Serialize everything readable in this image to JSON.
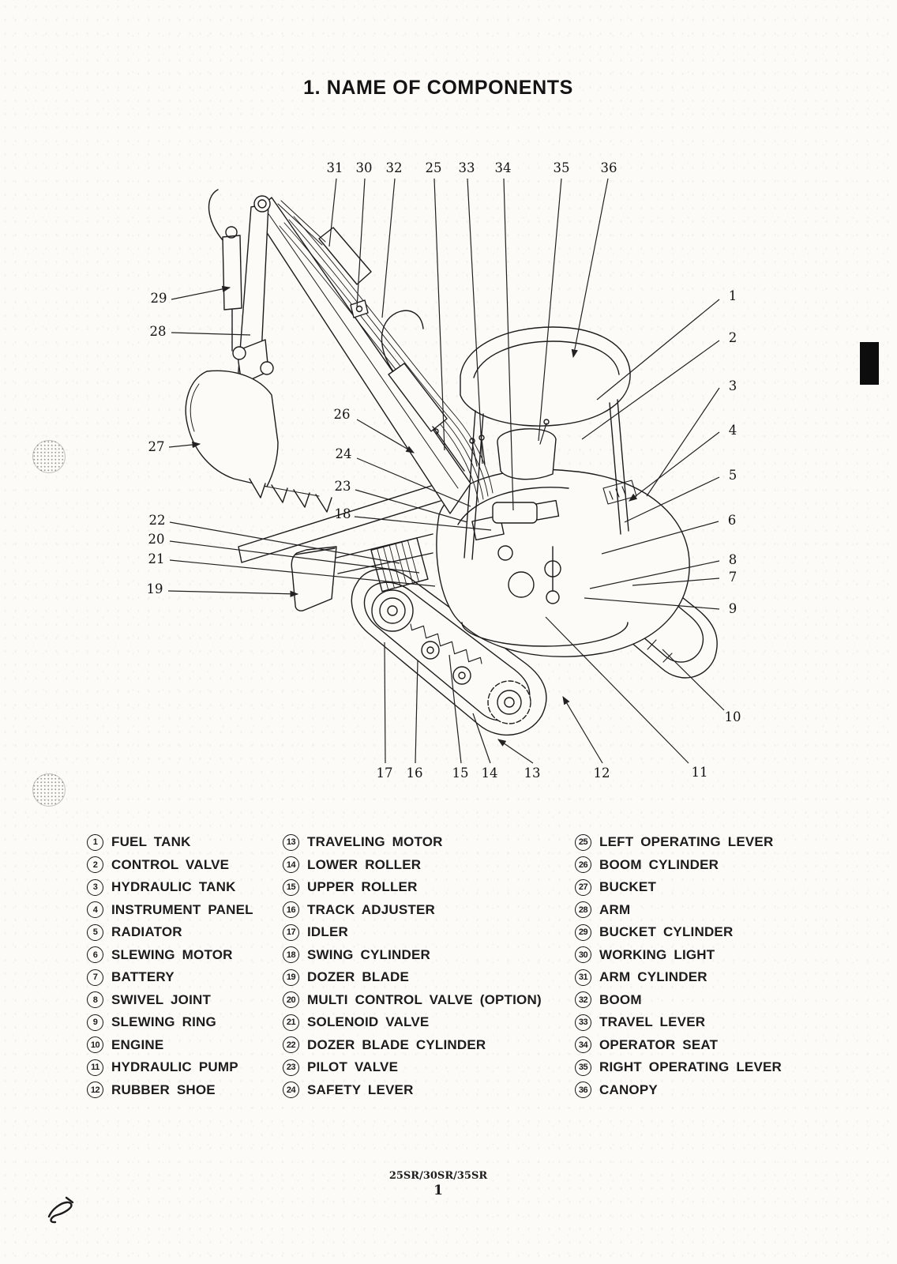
{
  "page": {
    "title": "1. NAME OF COMPONENTS",
    "footer": {
      "model": "25SR/30SR/35SR",
      "page_number": "1"
    }
  },
  "colors": {
    "ink": "#1c1c1c",
    "paper": "#fcfbf8",
    "tab_marker": "#0d0d0d"
  },
  "diagram": {
    "description": "isometric line drawing of a compact excavator with numbered callouts",
    "callouts": [
      "1",
      "2",
      "3",
      "4",
      "5",
      "6",
      "7",
      "8",
      "9",
      "10",
      "11",
      "12",
      "13",
      "14",
      "15",
      "16",
      "17",
      "18",
      "19",
      "20",
      "21",
      "22",
      "23",
      "24",
      "25",
      "26",
      "27",
      "28",
      "29",
      "30",
      "31",
      "32",
      "33",
      "34",
      "35",
      "36"
    ]
  },
  "component_list": {
    "columns": [
      {
        "items": [
          {
            "num": "1",
            "label": "FUEL TANK"
          },
          {
            "num": "2",
            "label": "CONTROL VALVE"
          },
          {
            "num": "3",
            "label": "HYDRAULIC TANK"
          },
          {
            "num": "4",
            "label": "INSTRUMENT PANEL"
          },
          {
            "num": "5",
            "label": "RADIATOR"
          },
          {
            "num": "6",
            "label": "SLEWING MOTOR"
          },
          {
            "num": "7",
            "label": "BATTERY"
          },
          {
            "num": "8",
            "label": "SWIVEL JOINT"
          },
          {
            "num": "9",
            "label": "SLEWING RING"
          },
          {
            "num": "10",
            "label": "ENGINE"
          },
          {
            "num": "11",
            "label": "HYDRAULIC PUMP"
          },
          {
            "num": "12",
            "label": "RUBBER SHOE"
          }
        ]
      },
      {
        "items": [
          {
            "num": "13",
            "label": "TRAVELING MOTOR"
          },
          {
            "num": "14",
            "label": "LOWER ROLLER"
          },
          {
            "num": "15",
            "label": "UPPER ROLLER"
          },
          {
            "num": "16",
            "label": "TRACK ADJUSTER"
          },
          {
            "num": "17",
            "label": "IDLER"
          },
          {
            "num": "18",
            "label": "SWING CYLINDER"
          },
          {
            "num": "19",
            "label": "DOZER BLADE"
          },
          {
            "num": "20",
            "label": "MULTI CONTROL VALVE (OPTION)"
          },
          {
            "num": "21",
            "label": "SOLENOID VALVE"
          },
          {
            "num": "22",
            "label": "DOZER BLADE CYLINDER"
          },
          {
            "num": "23",
            "label": "PILOT VALVE"
          },
          {
            "num": "24",
            "label": "SAFETY LEVER"
          }
        ]
      },
      {
        "items": [
          {
            "num": "25",
            "label": "LEFT OPERATING LEVER"
          },
          {
            "num": "26",
            "label": "BOOM CYLINDER"
          },
          {
            "num": "27",
            "label": "BUCKET"
          },
          {
            "num": "28",
            "label": "ARM"
          },
          {
            "num": "29",
            "label": "BUCKET CYLINDER"
          },
          {
            "num": "30",
            "label": "WORKING LIGHT"
          },
          {
            "num": "31",
            "label": "ARM CYLINDER"
          },
          {
            "num": "32",
            "label": "BOOM"
          },
          {
            "num": "33",
            "label": "TRAVEL LEVER"
          },
          {
            "num": "34",
            "label": "OPERATOR SEAT"
          },
          {
            "num": "35",
            "label": "RIGHT OPERATING LEVER"
          },
          {
            "num": "36",
            "label": "CANOPY"
          }
        ]
      }
    ]
  }
}
